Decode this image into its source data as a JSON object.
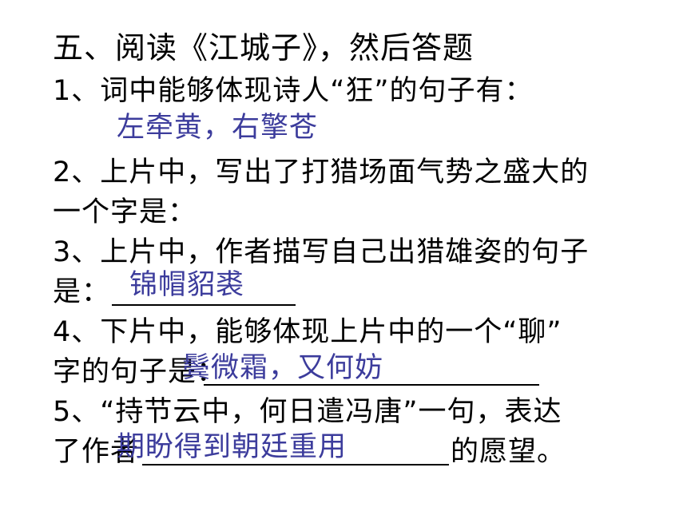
{
  "title": "五、阅读《江城子》，然后答题",
  "questions": [
    {
      "number": "1",
      "lines": [
        "1、词中能够体现诗人“狂”的句子有："
      ],
      "answer": "左牵黄，右擎苍"
    },
    {
      "number": "2",
      "lines": [
        "2、上片中，写出了打猎场面气势之盛大的",
        "一个字是："
      ],
      "answer": ""
    },
    {
      "number": "3",
      "lines": [
        "3、上片中，作者描写自己出猎雄姿的句子",
        "是："
      ],
      "answer": "锦帽貂裘"
    },
    {
      "number": "4",
      "lines": [
        "4、下片中，能够体现上片中的一个“聊”",
        "字的句子是："
      ],
      "answer": "鬓微霜，又何妨"
    },
    {
      "number": "5",
      "lines": [
        "5、“持节云中，何日遣冯唐”一句，表达",
        "了作者",
        "的愿望。"
      ],
      "answer": "期盼得到朝廷重用"
    }
  ],
  "colors": {
    "text": "#000000",
    "answer": "#3c3c9c",
    "background": "#ffffff"
  }
}
